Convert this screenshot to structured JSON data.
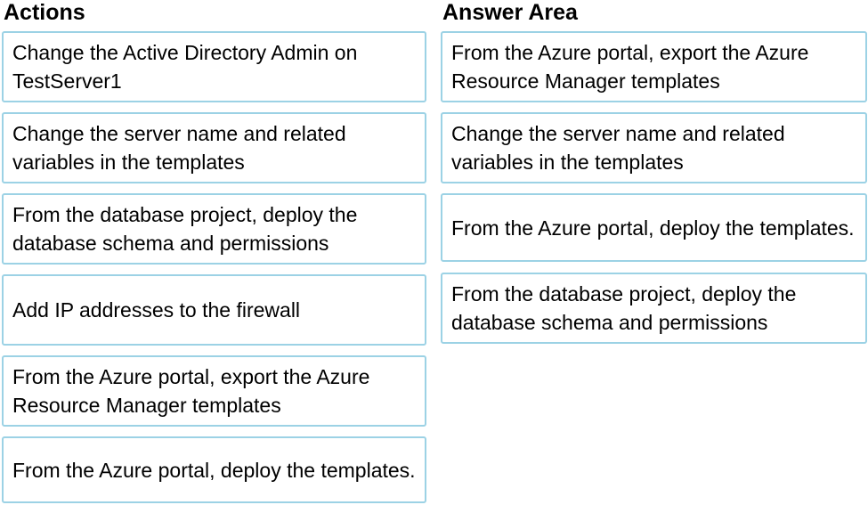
{
  "theme": {
    "background": "#ffffff",
    "box_border_color": "#9cd2e5",
    "box_fill_color": "#ffffff",
    "text_color": "#000000"
  },
  "actions": {
    "title": "Actions",
    "items": [
      "Change the Active Directory Admin on TestServer1",
      "Change the server name and related variables in the templates",
      "From the database project, deploy the database schema and permissions",
      "Add IP addresses to the firewall",
      "From the Azure portal, export the Azure Resource Manager templates",
      "From the Azure portal, deploy the templates."
    ]
  },
  "answer_area": {
    "title": "Answer Area",
    "items": [
      "From the Azure portal, export the Azure Resource Manager templates",
      "Change the server name and related variables in the templates",
      "From the Azure portal, deploy the templates.",
      "From the database project, deploy the database schema and permissions"
    ]
  }
}
